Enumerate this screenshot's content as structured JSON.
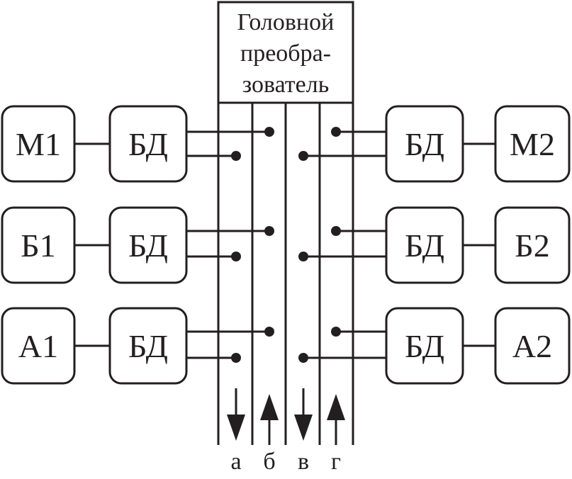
{
  "head": {
    "lines": [
      "Головной",
      "преобра-",
      "зователь"
    ]
  },
  "left": [
    {
      "device": "М1",
      "adapter": "БД"
    },
    {
      "device": "Б1",
      "adapter": "БД"
    },
    {
      "device": "А1",
      "adapter": "БД"
    }
  ],
  "right": [
    {
      "device": "М2",
      "adapter": "БД"
    },
    {
      "device": "Б2",
      "adapter": "БД"
    },
    {
      "device": "А2",
      "adapter": "БД"
    }
  ],
  "buses": [
    {
      "label": "а",
      "direction": "down"
    },
    {
      "label": "б",
      "direction": "up"
    },
    {
      "label": "в",
      "direction": "down"
    },
    {
      "label": "г",
      "direction": "up"
    }
  ]
}
